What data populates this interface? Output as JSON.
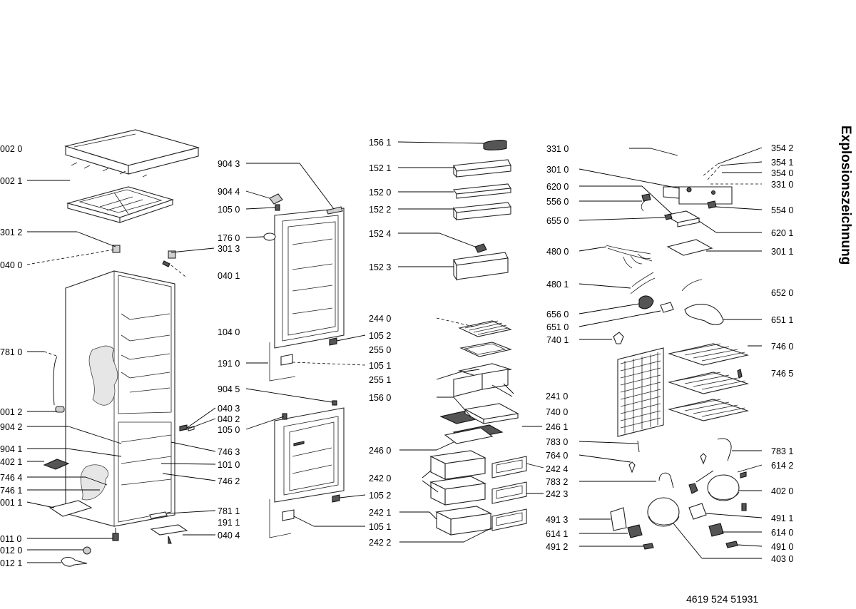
{
  "title": "Explosionszeichnung",
  "document_number": "4619 524 51931",
  "part_labels": {
    "l_0020": "002 0",
    "l_0021": "002 1",
    "l_3012": "301 2",
    "l_0400": "040 0",
    "l_7810": "781 0",
    "l_0012": "001 2",
    "l_9042": "904 2",
    "l_9041": "904 1",
    "l_4021": "402 1",
    "l_7464": "746 4",
    "l_7461": "746 1",
    "l_0011": "001 1",
    "l_0110": "011 0",
    "l_0120": "012 0",
    "l_0121": "012 1",
    "l_9043": "904 3",
    "l_9044": "904 4",
    "l_1050a": "105 0",
    "l_1760": "176 0",
    "l_3013": "301 3",
    "l_0401": "040 1",
    "l_1040": "104 0",
    "l_1910": "191 0",
    "l_9045": "904 5",
    "l_0403": "040 3",
    "l_0402": "040 2",
    "l_1050b": "105 0",
    "l_7463": "746 3",
    "l_1010": "101 0",
    "l_7462": "746 2",
    "l_7811": "781 1",
    "l_1911": "191 1",
    "l_0404": "040 4",
    "l_1561": "156 1",
    "l_1521": "152 1",
    "l_1520": "152 0",
    "l_1522": "152 2",
    "l_1524": "152 4",
    "l_1523": "152 3",
    "l_2440": "244 0",
    "l_1052a": "105 2",
    "l_2550": "255 0",
    "l_1051a": "105 1",
    "l_2551": "255 1",
    "l_1560": "156 0",
    "l_2410": "241 0",
    "l_7400": "740 0",
    "l_2461": "246 1",
    "l_2460": "246 0",
    "l_2420": "242 0",
    "l_1052b": "105 2",
    "l_2421": "242 1",
    "l_1051b": "105 1",
    "l_2422": "242 2",
    "l_3310a": "331 0",
    "l_3010": "301 0",
    "l_6200": "620 0",
    "l_5560": "556 0",
    "l_6550": "655 0",
    "l_3542": "354 2",
    "l_3541": "354 1",
    "l_3540": "354 0",
    "l_3310b": "331 0",
    "l_5540": "554 0",
    "l_6201": "620 1",
    "l_4800": "480 0",
    "l_3011": "301 1",
    "l_4801": "480 1",
    "l_6520": "652 0",
    "l_6560": "656 0",
    "l_6510": "651 0",
    "l_6511": "651 1",
    "l_7401": "740 1",
    "l_7460": "746 0",
    "l_7465": "746 5",
    "l_7830": "783 0",
    "l_7640": "764 0",
    "l_2424": "242 4",
    "l_7832": "783 2",
    "l_2423": "242 3",
    "l_7831": "783 1",
    "l_6142": "614 2",
    "l_4020": "402 0",
    "l_4913": "491 3",
    "l_4911": "491 1",
    "l_6141": "614 1",
    "l_6140": "614 0",
    "l_4912": "491 2",
    "l_4910": "491 0",
    "l_4030": "403 0"
  }
}
